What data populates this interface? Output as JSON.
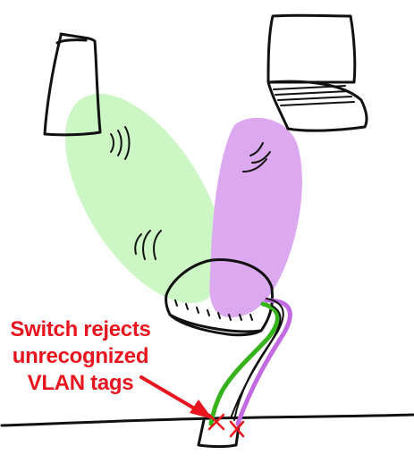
{
  "annotation": {
    "lines": [
      "Switch rejects",
      "unrecognized",
      "VLAN tags"
    ]
  },
  "colors": {
    "ink": "#111111",
    "green_zone": "#ccf7c4",
    "purple_zone": "#dca8f0",
    "green_cable": "#36b21a",
    "purple_cable": "#c36ae3",
    "warning": "#e8141e"
  },
  "icons": {
    "left_device": "tablet-icon",
    "right_device": "laptop-icon",
    "center_device": "access-point-icon",
    "marks": "x-mark-icon"
  }
}
